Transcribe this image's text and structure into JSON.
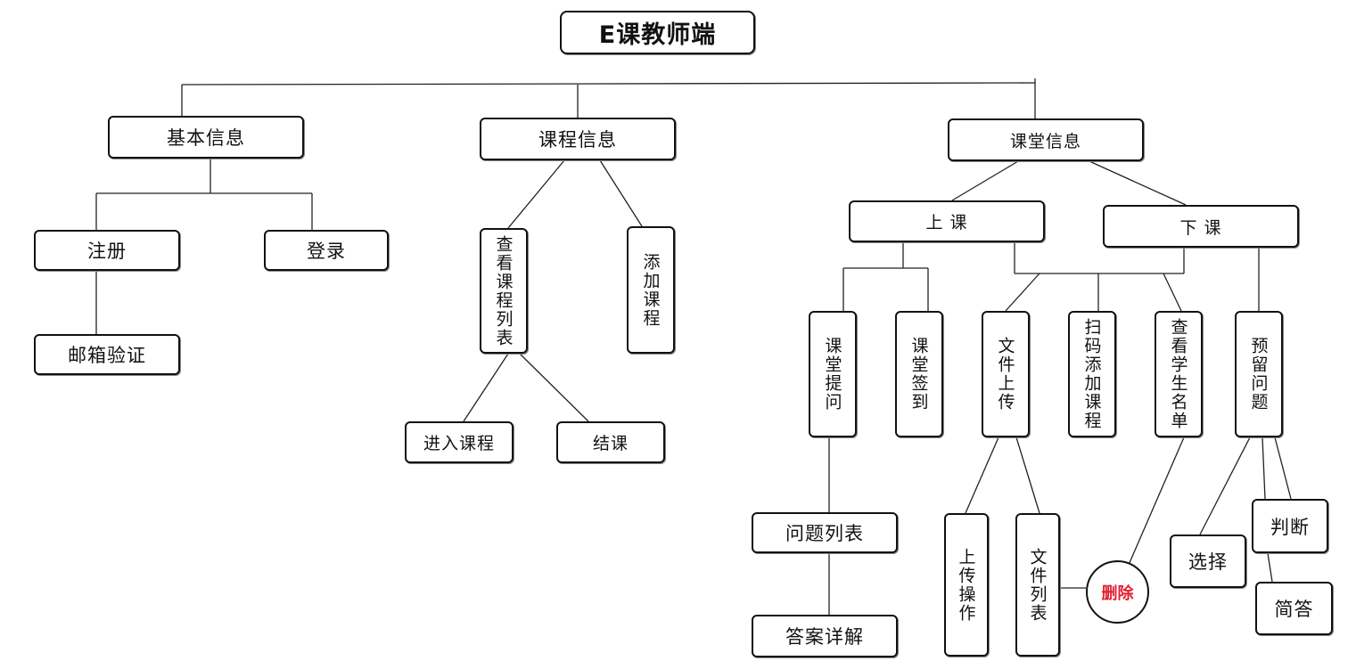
{
  "diagram": {
    "title": "E课教师端",
    "branches": {
      "basic_info": {
        "label": "基本信息",
        "register": "注册",
        "login": "登录",
        "email_verify": "邮箱验证"
      },
      "course_info": {
        "label": "课程信息",
        "view_course_list": "查看课程列表",
        "add_course": "添加课程",
        "enter_course": "进入课程",
        "end_course": "结课"
      },
      "class_info": {
        "label": "课堂信息",
        "in_class": "上 课",
        "after_class": "下 课",
        "class_question": "课堂提问",
        "class_signin": "课堂签到",
        "file_upload": "文件上传",
        "scan_add_course": "扫码添加课程",
        "view_student_list": "查看学生名单",
        "assign_question": "预留问题",
        "question_list": "问题列表",
        "answer_detail": "答案详解",
        "upload_action": "上传操作",
        "file_list": "文件列表",
        "delete": "删除",
        "choice": "选择",
        "judgement": "判断",
        "short_answer": "简答"
      }
    },
    "colors": {
      "border": "#111111",
      "delete_text": "#e02030"
    }
  }
}
